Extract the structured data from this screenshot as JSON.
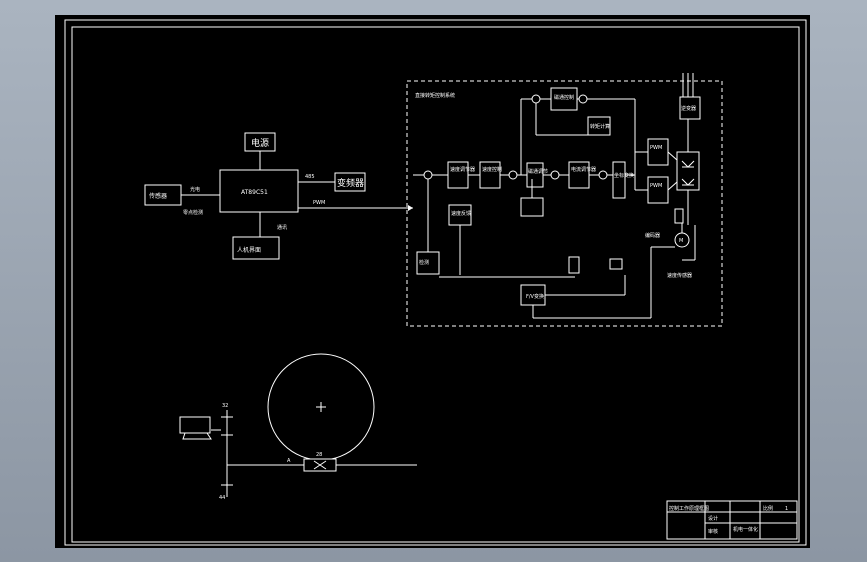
{
  "blocks": {
    "sensor": "传感器",
    "mcu": "AT89C51",
    "power": "电源",
    "hmi": "人机界面",
    "converter": "变频器",
    "speed_reg": "速度调节器",
    "speed_ctrl": "速度控制",
    "current_reg": "电流调节器",
    "flux_reg": "磁通调节",
    "flux_ctrl": "磁通控制",
    "coord_conv": "坐标变换",
    "pwm": "PWM",
    "inverter": "逆变器",
    "detect": "检测",
    "fv": "F/V变换",
    "torque_calc": "转矩计算"
  },
  "labels": {
    "section_title": "直接转矩控制系统",
    "sensor_out": "光电",
    "zero_detect": "零点检测",
    "rs485": "485",
    "hmi_link": "通讯",
    "pwm_out": "PWM",
    "speed_feedback": "速度反馈",
    "encoder": "编码器",
    "speed_sensor": "速度传感器",
    "motor": "M",
    "shaft_top": "32",
    "shaft_bottom": "44",
    "belt_left": "A",
    "pulley_label": "28"
  },
  "title_block": {
    "drawing_title": "控制工作原理框图",
    "designer": "设计",
    "checker": "审核",
    "school": "机电一体化",
    "scale": "比例",
    "sheet": "1"
  }
}
